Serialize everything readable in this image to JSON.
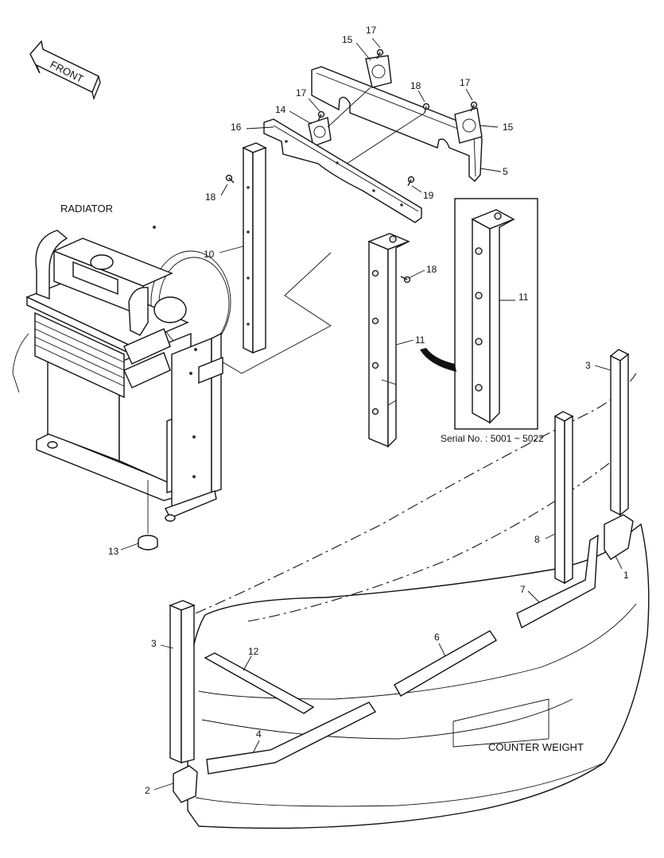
{
  "labels": {
    "front": "FRONT",
    "radiator": "RADIATOR",
    "counter_weight": "COUNTER WEIGHT",
    "serial": "Serial No. : 5001 ~ 5022"
  },
  "callouts": {
    "c1": "1",
    "c2": "2",
    "c3a": "3",
    "c3b": "3",
    "c4": "4",
    "c5": "5",
    "c6": "6",
    "c7": "7",
    "c8": "8",
    "c10": "10",
    "c11a": "11",
    "c11b": "11",
    "c12": "12",
    "c13": "13",
    "c14": "14",
    "c15a": "15",
    "c15b": "15",
    "c16": "16",
    "c17a": "17",
    "c17b": "17",
    "c17c": "17",
    "c18a": "18",
    "c18b": "18",
    "c18c": "18",
    "c19": "19"
  }
}
